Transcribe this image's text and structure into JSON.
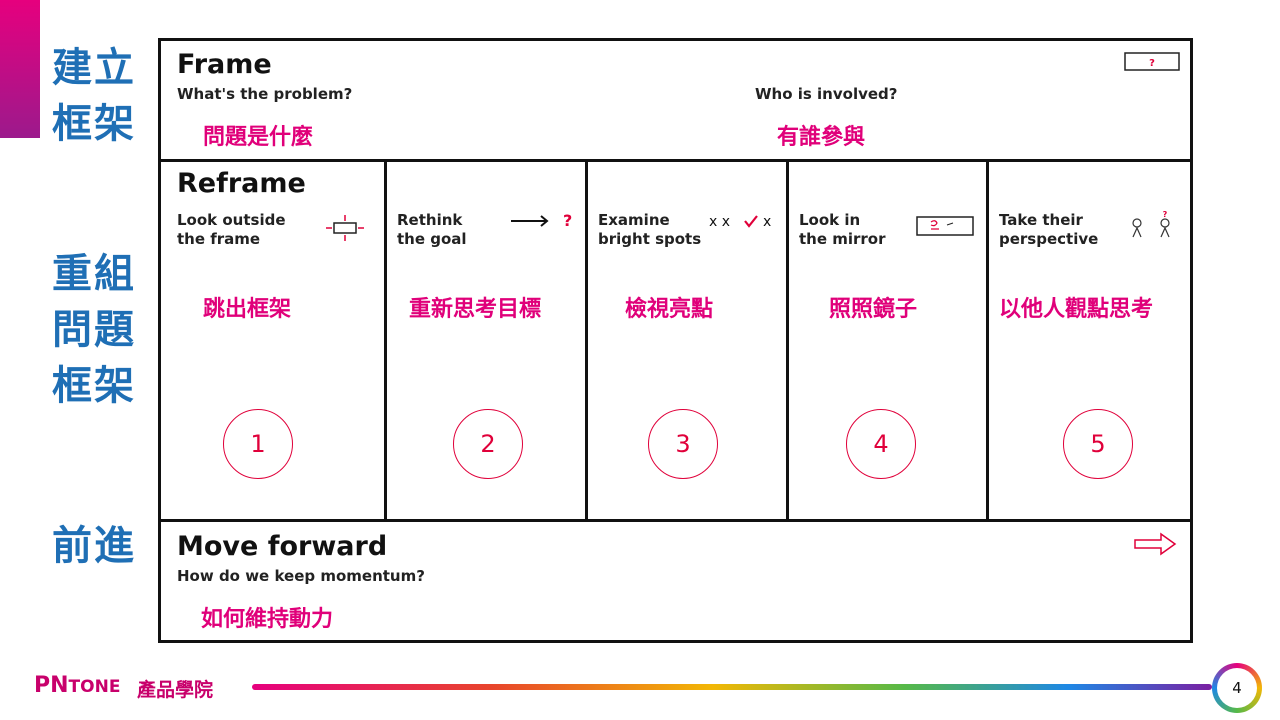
{
  "side_labels": {
    "frame": "建立\n框架",
    "reframe": "重組\n問題\n框架",
    "forward": "前進"
  },
  "frame": {
    "title": "Frame",
    "q1": "What's the problem?",
    "q2": "Who is involved?",
    "a1": "問題是什麼",
    "a2": "有誰參與"
  },
  "reframe": {
    "title": "Reframe",
    "cells": [
      {
        "sub": "Look outside\nthe frame",
        "zh": "跳出框架",
        "num": "1"
      },
      {
        "sub": "Rethink\nthe goal",
        "zh": "重新思考目標",
        "num": "2"
      },
      {
        "sub": "Examine\nbright spots",
        "zh": "檢視亮點",
        "num": "3"
      },
      {
        "sub": "Look in\nthe mirror",
        "zh": "照照鏡子",
        "num": "4"
      },
      {
        "sub": "Take their\nperspective",
        "zh": "以他人觀點思考",
        "num": "5"
      }
    ]
  },
  "forward": {
    "title": "Move forward",
    "q": "How do we keep momentum?",
    "zh": "如何維持動力"
  },
  "footer": {
    "logo_main": "PN",
    "logo_tone": "TONE",
    "name": "產品學院",
    "page": "4"
  },
  "colors": {
    "side_label": "#1f6fb5",
    "pink_text": "#e0007a",
    "circle": "#e0003a",
    "accent": "#e6007e"
  },
  "icons": [
    "frame-question-icon",
    "expand-arrows-icon",
    "arrow-question-icon",
    "check-marks-icon",
    "mirror-icon",
    "people-icon",
    "right-arrow-icon"
  ]
}
